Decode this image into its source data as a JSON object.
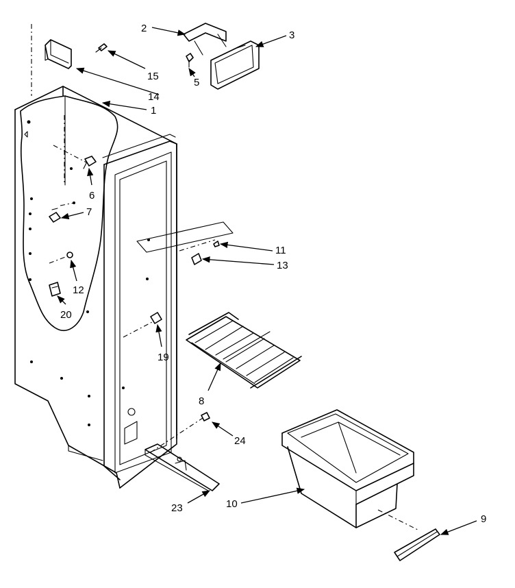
{
  "callouts": [
    {
      "id": "c2",
      "label": "2"
    },
    {
      "id": "c3",
      "label": "3"
    },
    {
      "id": "c5",
      "label": "5"
    },
    {
      "id": "c15",
      "label": "15"
    },
    {
      "id": "c14",
      "label": "14"
    },
    {
      "id": "c1",
      "label": "1"
    },
    {
      "id": "c6",
      "label": "6"
    },
    {
      "id": "c7",
      "label": "7"
    },
    {
      "id": "c11",
      "label": "11"
    },
    {
      "id": "c13",
      "label": "13"
    },
    {
      "id": "c12",
      "label": "12"
    },
    {
      "id": "c20",
      "label": "20"
    },
    {
      "id": "c19",
      "label": "19"
    },
    {
      "id": "c8",
      "label": "8"
    },
    {
      "id": "c24",
      "label": "24"
    },
    {
      "id": "c23",
      "label": "23"
    },
    {
      "id": "c10",
      "label": "10"
    },
    {
      "id": "c9",
      "label": "9"
    }
  ]
}
